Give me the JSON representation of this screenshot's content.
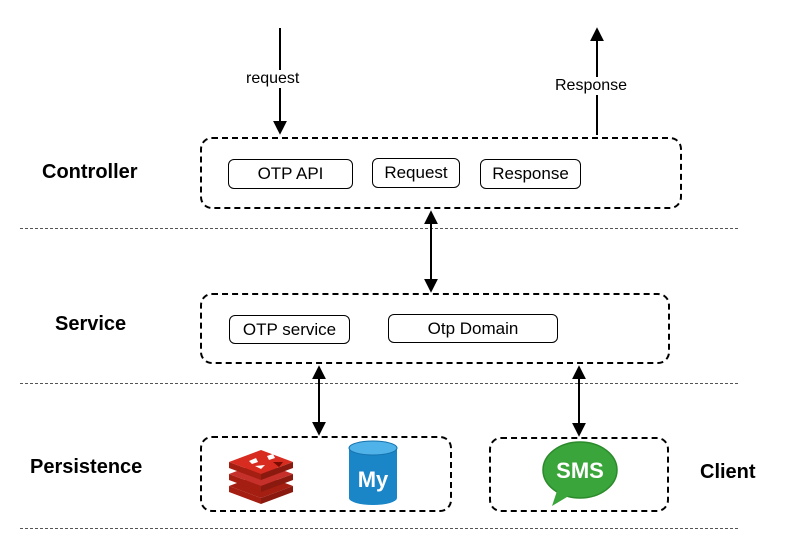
{
  "layers": {
    "controller": "Controller",
    "service": "Service",
    "persistence": "Persistence",
    "client": "Client"
  },
  "controller_boxes": {
    "otp_api": "OTP API",
    "request": "Request",
    "response": "Response"
  },
  "service_boxes": {
    "otp_service": "OTP service",
    "otp_domain": "Otp Domain"
  },
  "flow_labels": {
    "request": "request",
    "response": "Response"
  },
  "icons": {
    "redis": "redis-icon",
    "mysql": "mysql-icon",
    "sms": "sms-icon",
    "mysql_text": "My",
    "sms_text": "SMS"
  },
  "colors": {
    "redis": "#c6302b",
    "mysql": "#1a86c8",
    "sms": "#3aa53a"
  }
}
